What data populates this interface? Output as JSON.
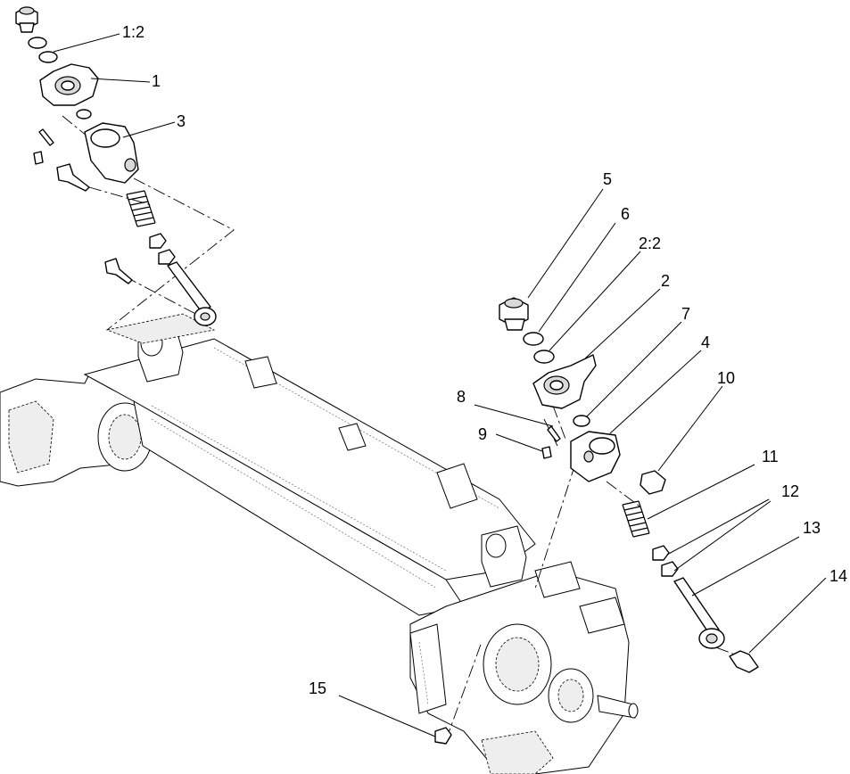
{
  "callouts": [
    {
      "id": "c-1-2",
      "text": "1:2"
    },
    {
      "id": "c-1",
      "text": "1"
    },
    {
      "id": "c-3",
      "text": "3"
    },
    {
      "id": "c-5",
      "text": "5"
    },
    {
      "id": "c-6",
      "text": "6"
    },
    {
      "id": "c-2-2",
      "text": "2:2"
    },
    {
      "id": "c-2",
      "text": "2"
    },
    {
      "id": "c-7",
      "text": "7"
    },
    {
      "id": "c-8",
      "text": "8"
    },
    {
      "id": "c-4",
      "text": "4"
    },
    {
      "id": "c-10",
      "text": "10"
    },
    {
      "id": "c-9",
      "text": "9"
    },
    {
      "id": "c-11",
      "text": "11"
    },
    {
      "id": "c-12",
      "text": "12"
    },
    {
      "id": "c-13",
      "text": "13"
    },
    {
      "id": "c-14",
      "text": "14"
    },
    {
      "id": "c-15",
      "text": "15"
    }
  ]
}
